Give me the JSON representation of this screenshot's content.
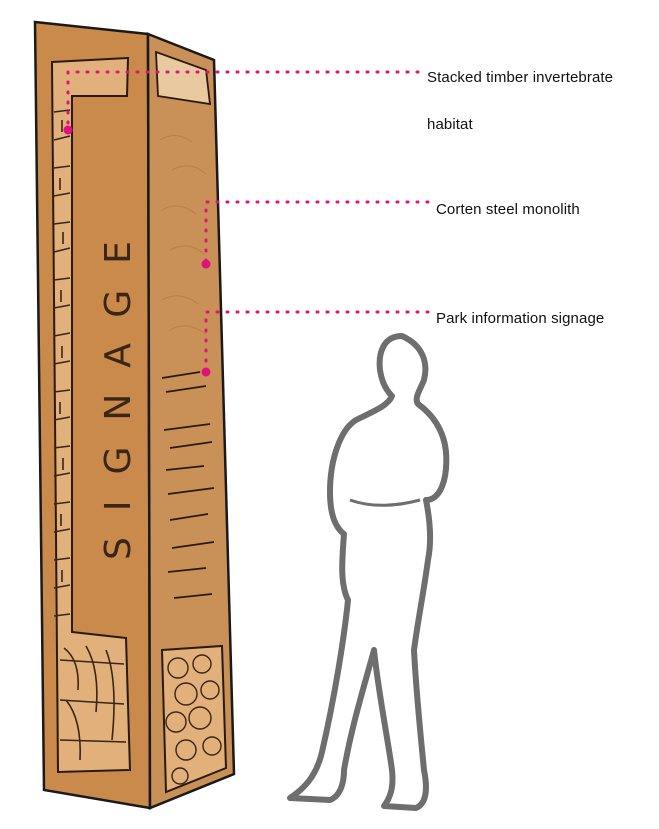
{
  "colors": {
    "corten": "#c98a4b",
    "corten_dark": "#b97a3e",
    "timber": "#e2b07a",
    "outline": "#1a1a1a",
    "leader": "#e0117f",
    "person_outline": "#6e6e6e"
  },
  "sign_text": "SIGNAGE",
  "annotations": [
    {
      "id": "timber",
      "line1": "Stacked timber invertebrate",
      "line2": "habitat"
    },
    {
      "id": "steel",
      "line1": "Corten steel monolith"
    },
    {
      "id": "signage",
      "line1": "Park information signage"
    }
  ]
}
